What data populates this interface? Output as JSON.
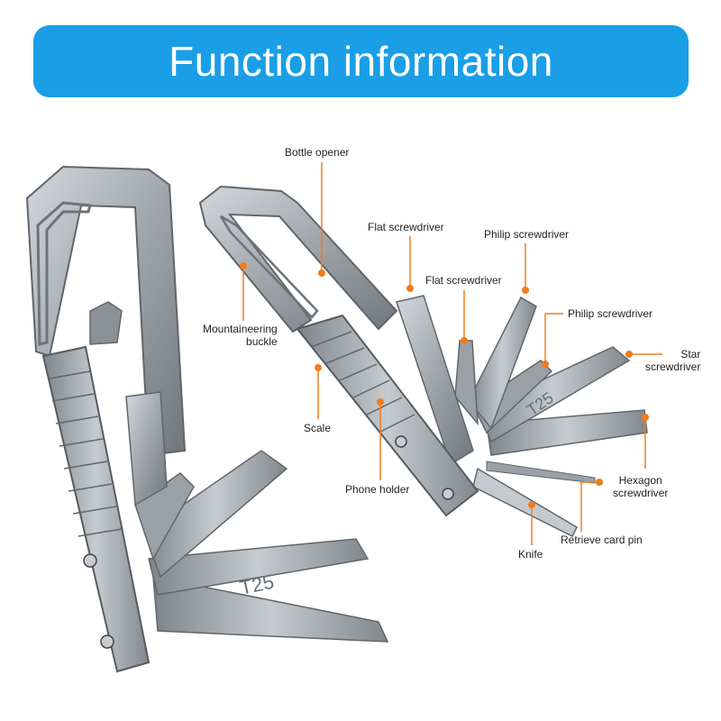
{
  "banner": {
    "title": "Function information",
    "color": "#1a9ee6"
  },
  "callout_color": "#f07c1e",
  "tool_color": "#a7adb3",
  "engraving": "T25",
  "labels": {
    "bottle_opener": "Bottle opener",
    "flat_screwdriver_1": "Flat screwdriver",
    "philip_screwdriver_1": "Philip screwdriver",
    "flat_screwdriver_2": "Flat screwdriver",
    "philip_screwdriver_2": "Philip screwdriver",
    "star_screwdriver": [
      "Star",
      "screwdriver"
    ],
    "mountaineering_buckle": [
      "Mountaineering",
      "buckle"
    ],
    "scale": "Scale",
    "phone_holder": "Phone holder",
    "hexagon_screwdriver": [
      "Hexagon",
      "screwdriver"
    ],
    "retrieve_card_pin": "Retrieve card pin",
    "knife": "Knife"
  }
}
